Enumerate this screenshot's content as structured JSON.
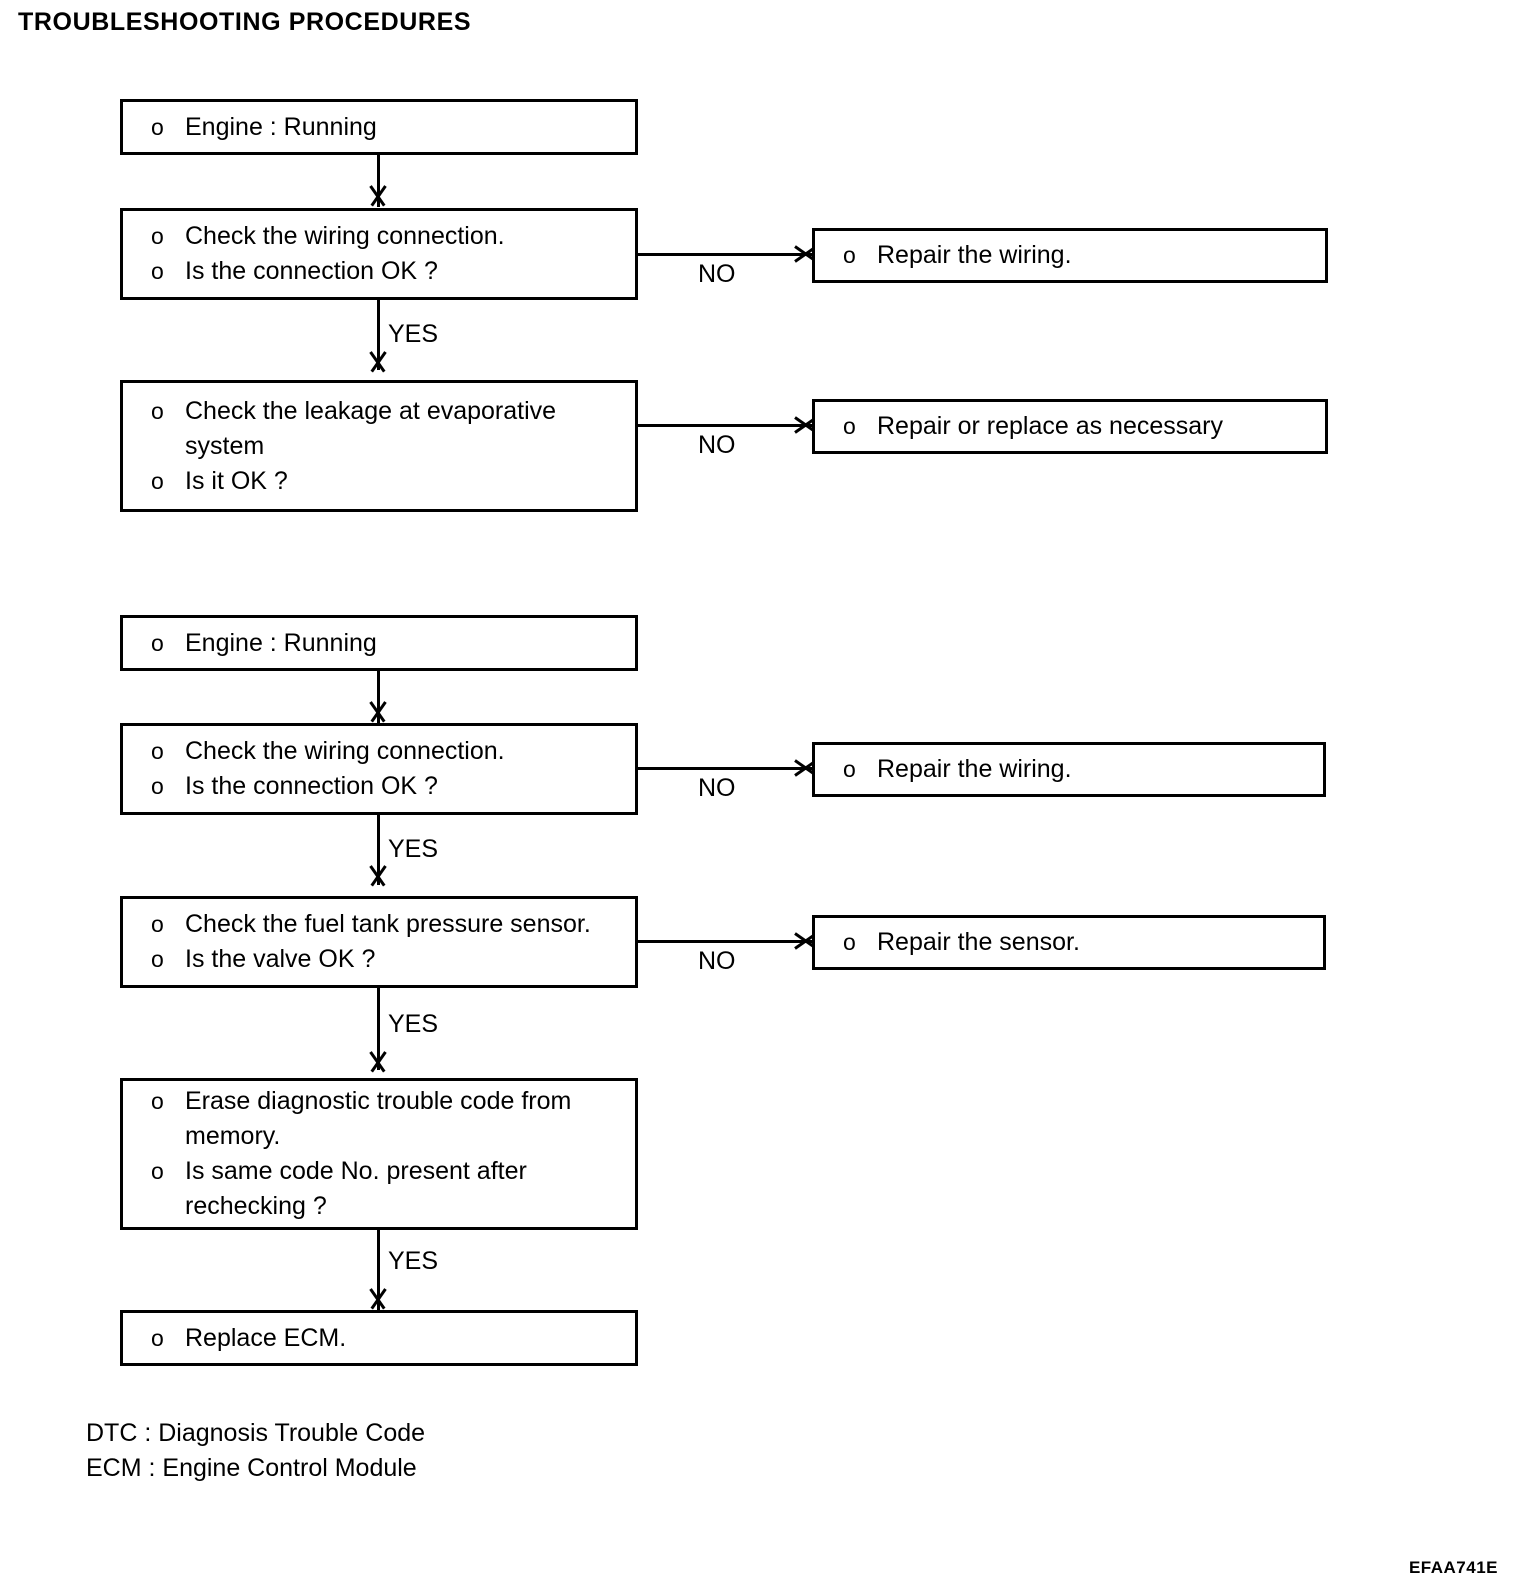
{
  "document": {
    "title": "TROUBLESHOOTING PROCEDURES",
    "figure_code": "EFAA741E"
  },
  "bullet_marker": "o",
  "branch_labels": {
    "yes": "YES",
    "no": "NO"
  },
  "section1": {
    "start": {
      "line1": "Engine : Running"
    },
    "step1": {
      "line1": "Check the wiring connection.",
      "line2": "Is the connection OK ?",
      "no_label": "NO",
      "yes_label": "YES",
      "no_target": "Repair the wiring."
    },
    "step2": {
      "line1": "Check the leakage at evaporative",
      "line1_cont": "system",
      "line2": "Is it OK ?",
      "no_label": "NO",
      "no_target": "Repair or replace as necessary"
    }
  },
  "section2": {
    "start": {
      "line1": "Engine : Running"
    },
    "step1": {
      "line1": "Check the wiring connection.",
      "line2": "Is the connection OK ?",
      "no_label": "NO",
      "yes_label": "YES",
      "no_target": "Repair the wiring."
    },
    "step2": {
      "line1": "Check the fuel tank pressure sensor.",
      "line2": "Is the valve OK ?",
      "no_label": "NO",
      "yes_label": "YES",
      "no_target": "Repair the sensor."
    },
    "step3": {
      "line1": "Erase diagnostic trouble code from",
      "line1_cont": "memory.",
      "line2": "Is same code No. present after",
      "line2_cont": "rechecking ?",
      "yes_label": "YES"
    },
    "final": {
      "line1": "Replace ECM."
    }
  },
  "legend": {
    "dtc": "DTC : Diagnosis Trouble Code",
    "ecm": "ECM : Engine Control Module"
  }
}
